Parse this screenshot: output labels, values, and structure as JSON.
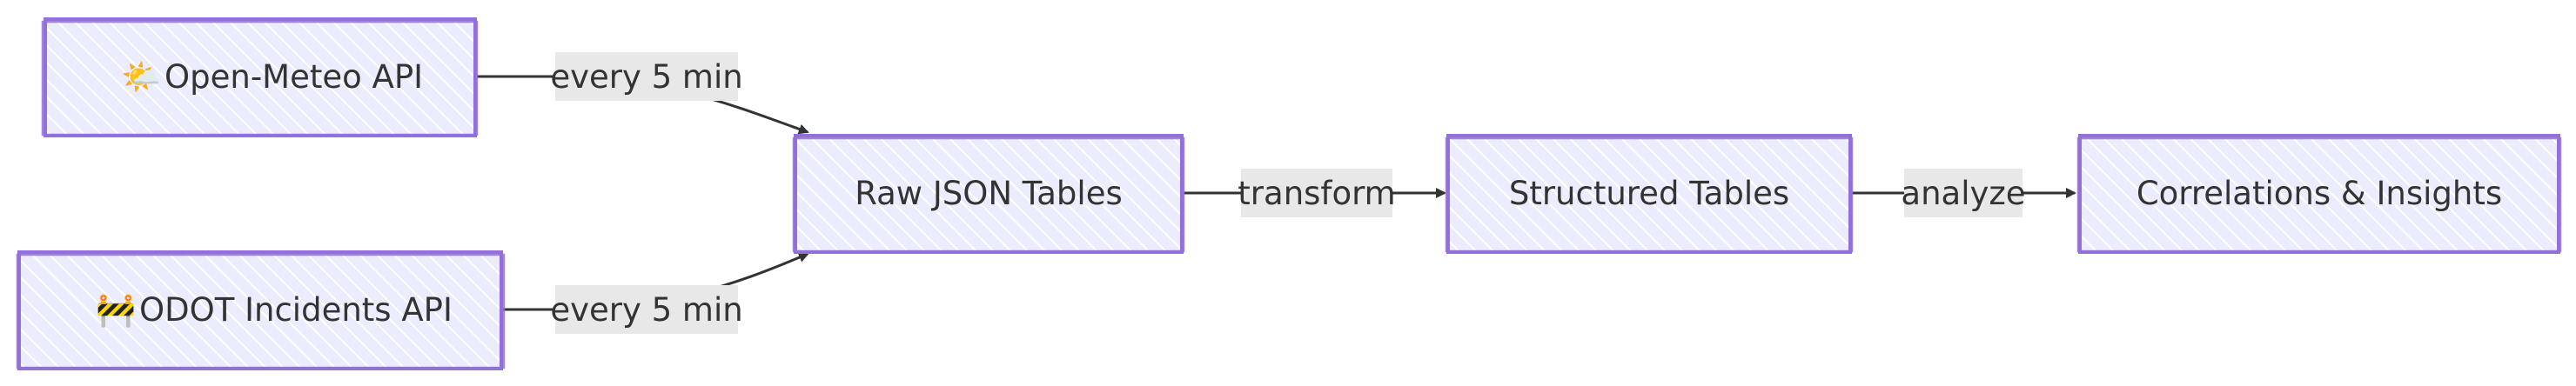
{
  "diagram": {
    "nodes": {
      "open_meteo": {
        "icon": "🌤️",
        "label": "Open-Meteo API"
      },
      "odot": {
        "icon": "🚧",
        "label": "ODOT Incidents API"
      },
      "raw_json": {
        "label": "Raw JSON Tables"
      },
      "structured": {
        "label": "Structured Tables"
      },
      "insights": {
        "label": "Correlations & Insights"
      }
    },
    "edges": {
      "meteo_to_raw": {
        "label": "every 5 min"
      },
      "odot_to_raw": {
        "label": "every 5 min"
      },
      "raw_to_structured": {
        "label": "transform"
      },
      "structured_to_insights": {
        "label": "analyze"
      }
    },
    "colors": {
      "node_fill": "#ECECFF",
      "node_stroke": "#9370DB",
      "edge": "#333333",
      "label_bg": "#e8e8e8"
    }
  }
}
